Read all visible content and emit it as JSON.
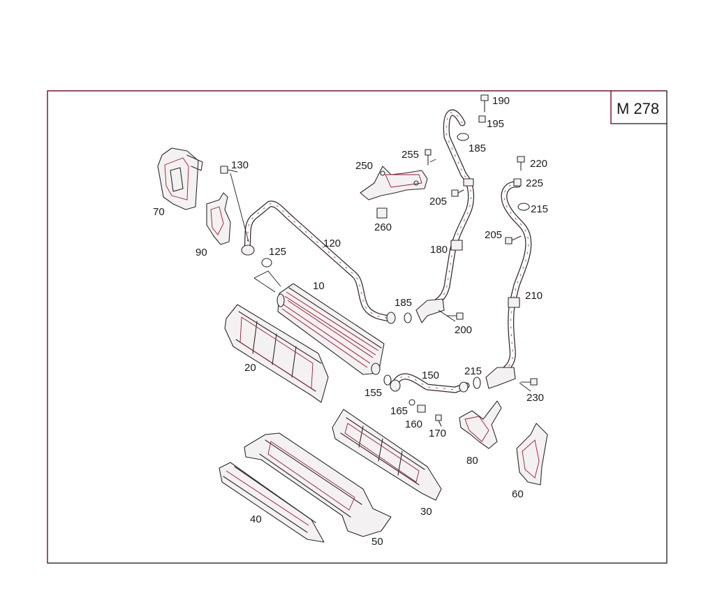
{
  "model_label": "M 278",
  "callouts": {
    "c10": "10",
    "c20": "20",
    "c30": "30",
    "c40": "40",
    "c50": "50",
    "c60": "60",
    "c70": "70",
    "c80": "80",
    "c90": "90",
    "c120": "120",
    "c125": "125",
    "c130": "130",
    "c150": "150",
    "c155": "155",
    "c160": "160",
    "c165": "165",
    "c170": "170",
    "c180": "180",
    "c185a": "185",
    "c185b": "185",
    "c190": "190",
    "c195": "195",
    "c200": "200",
    "c205a": "205",
    "c205b": "205",
    "c210": "210",
    "c215a": "215",
    "c215b": "215",
    "c220": "220",
    "c225": "225",
    "c230": "230",
    "c250": "250",
    "c255": "255",
    "c260": "260"
  },
  "colors": {
    "line": "#2a2a2a",
    "accent": "#8a0f2a",
    "highlight": "#9b1b3a"
  }
}
